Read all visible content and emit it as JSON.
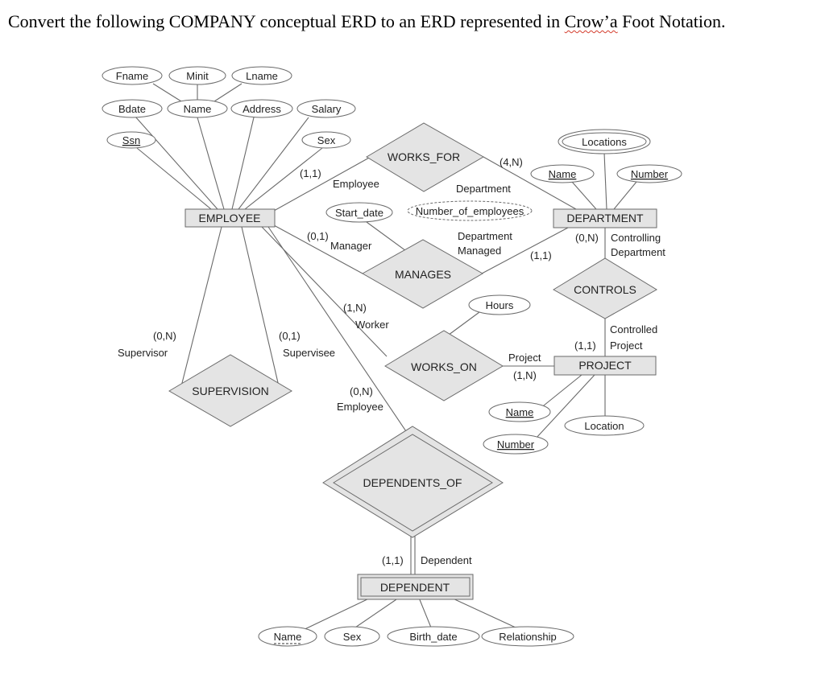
{
  "question": {
    "before": "Convert the following COMPANY conceptual ERD to an ERD represented in ",
    "misspelled": "Crow’a",
    "after": " Foot Notation."
  },
  "diagram": {
    "colors": {
      "line": "#6a6a6a",
      "fill": "#e4e4e4",
      "label": "#222222"
    },
    "entities": {
      "employee": "EMPLOYEE",
      "department": "DEPARTMENT",
      "project": "PROJECT",
      "dependent": "DEPENDENT"
    },
    "relationships": {
      "works_for": "WORKS_FOR",
      "manages": "MANAGES",
      "works_on": "WORKS_ON",
      "controls": "CONTROLS",
      "supervision": "SUPERVISION",
      "dependents_of": "DEPENDENTS_OF"
    },
    "attributes": {
      "fname": "Fname",
      "minit": "Minit",
      "lname": "Lname",
      "bdate": "Bdate",
      "emp_name": "Name",
      "address": "Address",
      "salary": "Salary",
      "ssn": "Ssn",
      "emp_sex": "Sex",
      "locations": "Locations",
      "dept_name": "Name",
      "dept_number": "Number",
      "start_date": "Start_date",
      "number_of_employees": "Number_of_employees",
      "hours": "Hours",
      "proj_name": "Name",
      "proj_number": "Number",
      "location": "Location",
      "dep_name": "Name",
      "dep_sex": "Sex",
      "birth_date": "Birth_date",
      "relationship": "Relationship"
    },
    "annotations": {
      "works_for_emp_card": "(1,1)",
      "works_for_emp_role": "Employee",
      "works_for_dept_card": "(4,N)",
      "works_for_dept_role": "Department",
      "manages_emp_card": "(0,1)",
      "manages_emp_role": "Manager",
      "manages_dept_role_1": "Department",
      "manages_dept_role_2": "Managed",
      "manages_dept_card": "(1,1)",
      "controls_dept_card": "(0,N)",
      "controls_dept_role_1": "Controlling",
      "controls_dept_role_2": "Department",
      "controls_proj_role_1": "Controlled",
      "controls_proj_role_2": "Project",
      "controls_proj_card": "(1,1)",
      "works_on_emp_card": "(1,N)",
      "works_on_emp_role": "Worker",
      "works_on_proj_role": "Project",
      "works_on_proj_card": "(1,N)",
      "supervisor_card": "(0,N)",
      "supervisor_role": "Supervisor",
      "supervisee_card": "(0,1)",
      "supervisee_role": "Supervisee",
      "dependents_emp_card": "(0,N)",
      "dependents_emp_role": "Employee",
      "dependents_dep_card": "(1,1)",
      "dependents_dep_role": "Dependent"
    }
  }
}
